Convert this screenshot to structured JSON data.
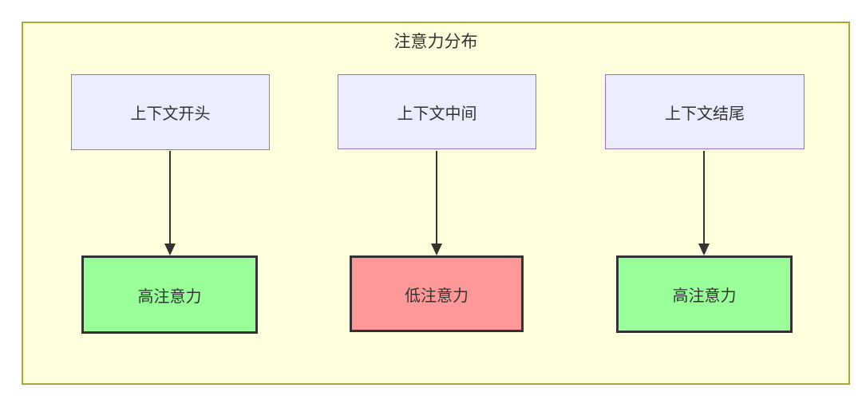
{
  "diagram": {
    "title": "注意力分布",
    "container": {
      "fill": "#ffffde",
      "stroke": "#aaaa33"
    },
    "text_color": "#333333",
    "edge_color": "#333333",
    "nodes": {
      "context_start": {
        "label": "上下文开头",
        "fill": "#ECECFF",
        "stroke": "#9370DB"
      },
      "context_middle": {
        "label": "上下文中间",
        "fill": "#ECECFF",
        "stroke": "#9370DB"
      },
      "context_end": {
        "label": "上下文结尾",
        "fill": "#ECECFF",
        "stroke": "#9370DB"
      },
      "high_attention_1": {
        "label": "高注意力",
        "fill": "#99ff99",
        "stroke": "#333333"
      },
      "low_attention": {
        "label": "低注意力",
        "fill": "#ff9999",
        "stroke": "#333333"
      },
      "high_attention_2": {
        "label": "高注意力",
        "fill": "#99ff99",
        "stroke": "#333333"
      }
    },
    "edges": [
      {
        "from": "上下文开头",
        "to": "高注意力"
      },
      {
        "from": "上下文中间",
        "to": "低注意力"
      },
      {
        "from": "上下文结尾",
        "to": "高注意力"
      }
    ]
  }
}
